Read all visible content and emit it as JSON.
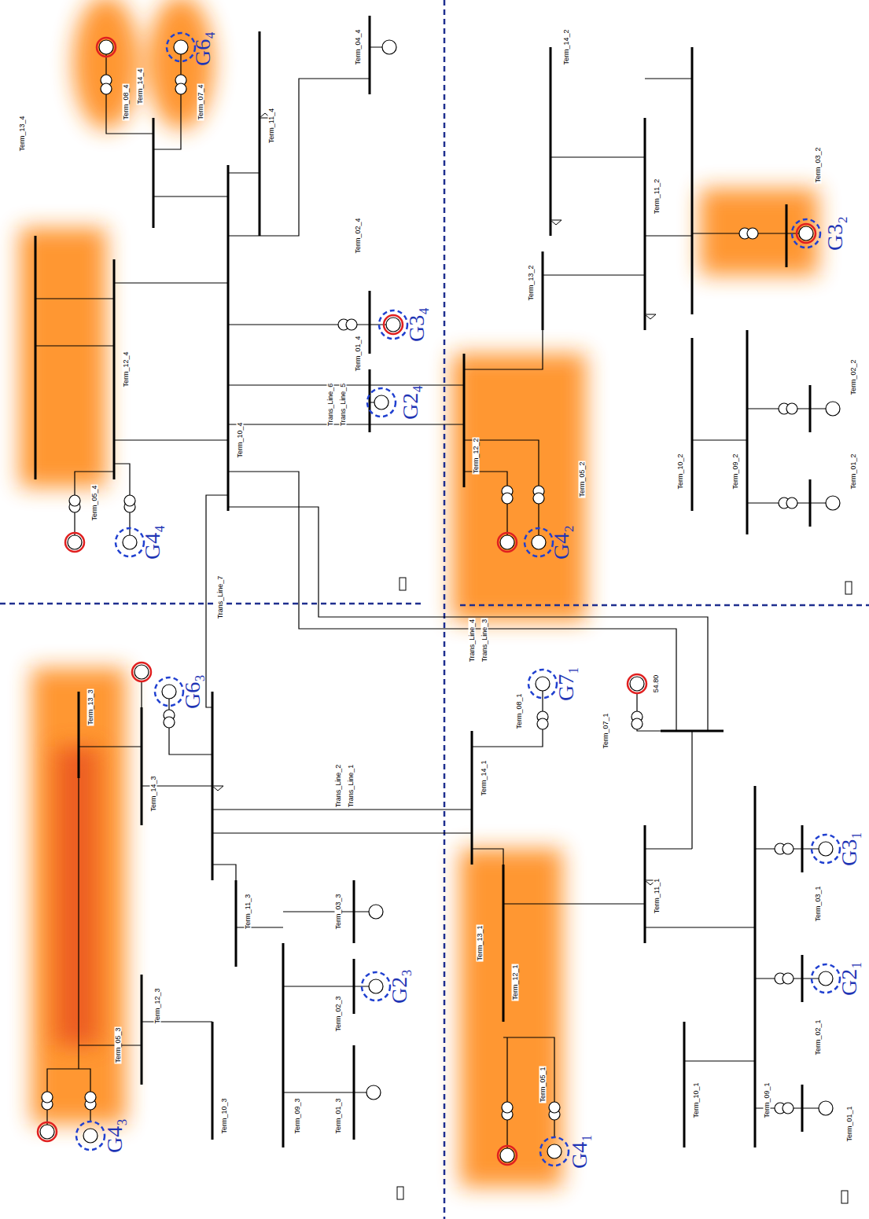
{
  "diagram": {
    "labels": [
      "G6₄",
      "G3₄",
      "G2₄",
      "G3₂",
      "G4₂",
      "G4₄",
      "G6₃",
      "G2₃",
      "G4₃",
      "G7₁",
      "G3₁",
      "G2₁",
      "G4₁",
      "54.80",
      "Term_14_4",
      "Term_13_4",
      "Term_12_4",
      "Term_11_4",
      "Term_10_4",
      "Term_08_4",
      "Term_07_4",
      "Term_05_4",
      "Term_04_4",
      "Term_02_4",
      "Term_01_4",
      "Trans_Line_6",
      "Trans_Line_5",
      "Trans_Line_7",
      "Trans_Line_4",
      "Trans_Line_3",
      "Trans_Line_2",
      "Trans_Line_1",
      "Term_14_2",
      "Term_13_2",
      "Term_11_2",
      "Term_12_2",
      "Term_10_2",
      "Term_09_2",
      "Term_01_2",
      "Term_02_2",
      "Term_03_2",
      "Term_05_2",
      "Term_13_3",
      "Term_14_3",
      "Term_11_3",
      "Term_12_3",
      "Term_10_3",
      "Term_09_3",
      "Term_01_3",
      "Term_02_3",
      "Term_03_3",
      "Term_05_3",
      "Term_14_1",
      "Term_07_1",
      "Term_08_1",
      "Term_11_1",
      "Term_12_1",
      "Term_13_1",
      "Term_10_1",
      "Term_09_1",
      "Term_01_1",
      "Term_02_1",
      "Term_03_1",
      "Term_05_1"
    ]
  }
}
